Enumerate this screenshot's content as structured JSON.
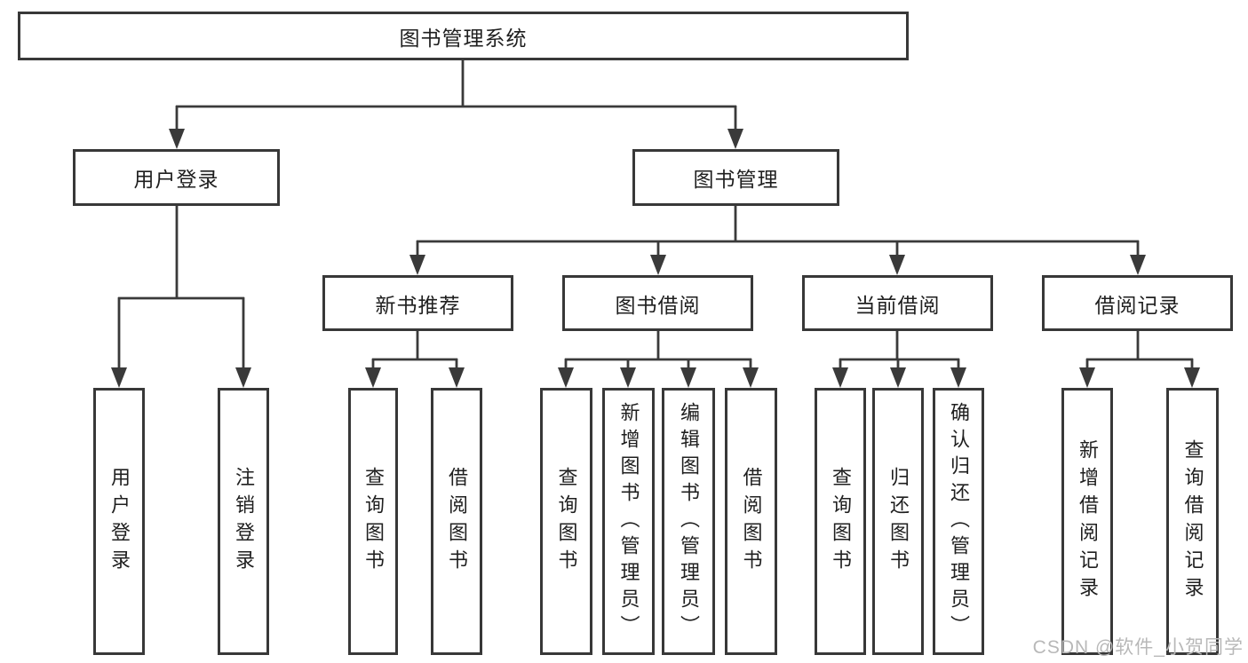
{
  "tree": {
    "root": {
      "label": "图书管理系统"
    },
    "branches": [
      {
        "label": "用户登录",
        "leaves": [
          {
            "label": "用户登录"
          },
          {
            "label": "注销登录"
          }
        ]
      },
      {
        "label": "图书管理",
        "groups": [
          {
            "label": "新书推荐",
            "leaves": [
              {
                "label": "查询图书"
              },
              {
                "label": "借阅图书"
              }
            ]
          },
          {
            "label": "图书借阅",
            "leaves": [
              {
                "label": "查询图书"
              },
              {
                "label": "新增图书（管理员）"
              },
              {
                "label": "编辑图书（管理员）"
              },
              {
                "label": "借阅图书"
              }
            ]
          },
          {
            "label": "当前借阅",
            "leaves": [
              {
                "label": "查询图书"
              },
              {
                "label": "归还图书"
              },
              {
                "label": "确认归还（管理员）"
              }
            ]
          },
          {
            "label": "借阅记录",
            "leaves": [
              {
                "label": "新增借阅记录"
              },
              {
                "label": "查询借阅记录"
              }
            ]
          }
        ]
      }
    ]
  },
  "watermark": "CSDN @软件_小贺同学",
  "colors": {
    "line": "#3a3a3a",
    "text": "#1f1f1f",
    "watermark": "#b8b8b8",
    "background": "#ffffff"
  }
}
